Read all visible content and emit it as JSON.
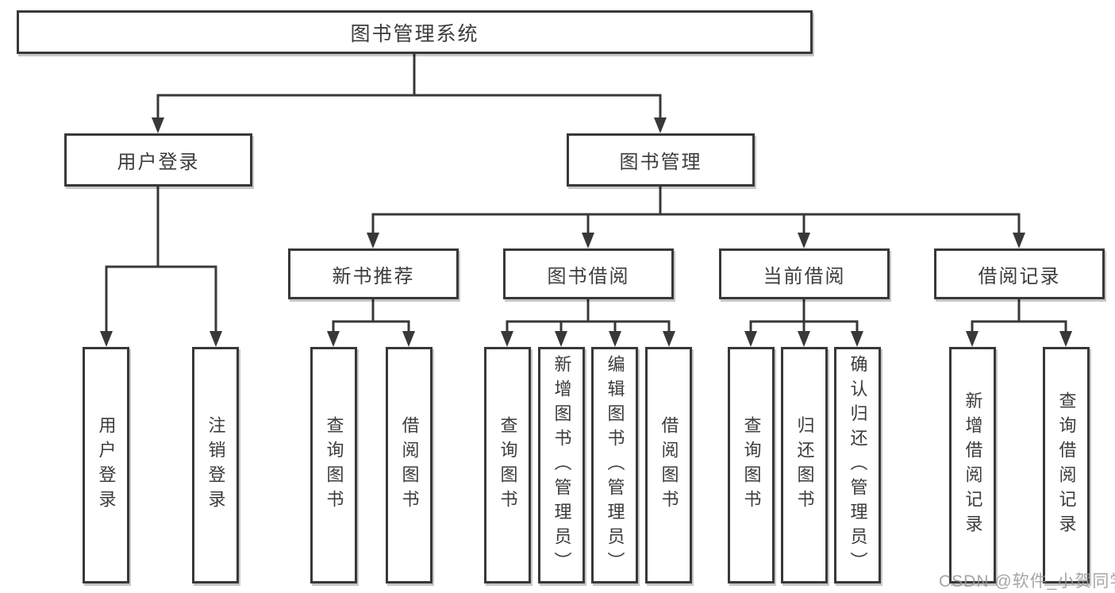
{
  "diagram_type": "hierarchy-tree",
  "colors": {
    "line": "#383838",
    "box_border": "#383838",
    "box_background": "#ffffff",
    "text": "#3c3c3c",
    "watermark": "#969696"
  },
  "hierarchy": {
    "label": "图书管理系统",
    "children": [
      {
        "label": "用户登录",
        "children": [
          {
            "label": "用户登录"
          },
          {
            "label": "注销登录"
          }
        ]
      },
      {
        "label": "图书管理",
        "children": [
          {
            "label": "新书推荐",
            "children": [
              {
                "label": "查询图书"
              },
              {
                "label": "借阅图书"
              }
            ]
          },
          {
            "label": "图书借阅",
            "children": [
              {
                "label": "查询图书"
              },
              {
                "label": "新增图书（管理员）"
              },
              {
                "label": "编辑图书（管理员）"
              },
              {
                "label": "借阅图书"
              }
            ]
          },
          {
            "label": "当前借阅",
            "children": [
              {
                "label": "查询图书"
              },
              {
                "label": "归还图书"
              },
              {
                "label": "确认归还（管理员）"
              }
            ]
          },
          {
            "label": "借阅记录",
            "children": [
              {
                "label": "新增借阅记录"
              },
              {
                "label": "查询借阅记录"
              }
            ]
          }
        ]
      }
    ]
  },
  "watermark": {
    "text": "CSDN @软件_小贺同学"
  }
}
